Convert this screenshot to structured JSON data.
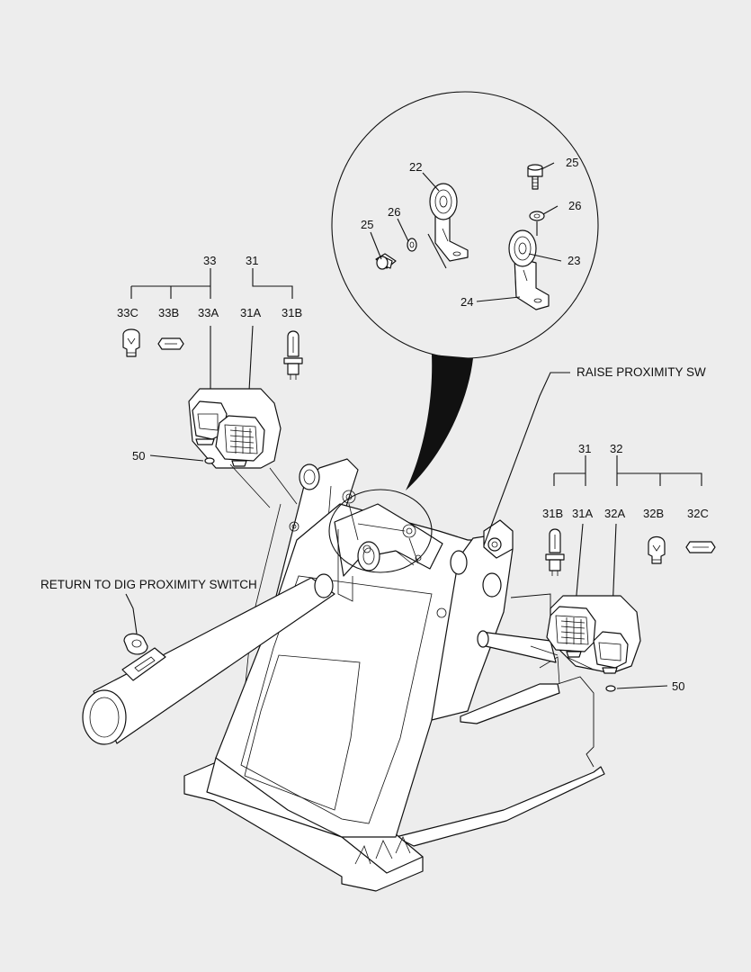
{
  "labels": {
    "raise_proximity": "RAISE PROXIMITY SW",
    "return_to_dig": "RETURN TO DIG PROXIMITY SWITCH",
    "inset": {
      "p22": "22",
      "p25a": "25",
      "p25b": "25",
      "p26a": "26",
      "p26b": "26",
      "p23": "23",
      "p24": "24"
    },
    "left_group": {
      "p33": "33",
      "p31": "31",
      "p33c": "33C",
      "p33b": "33B",
      "p33a": "33A",
      "p31a": "31A",
      "p31b": "31B",
      "p50": "50"
    },
    "right_group": {
      "p31": "31",
      "p32": "32",
      "p31b": "31B",
      "p31a": "31A",
      "p32a": "32A",
      "p32b": "32B",
      "p32c": "32C",
      "p50": "50"
    }
  },
  "icons": [
    "bulb-33c-icon",
    "festoon-bulb-33b-icon",
    "halogen-bulb-31b-icon",
    "work-lamp-33a-icon",
    "work-lamp-31a-icon",
    "washer-50-icon",
    "bracket-22-icon",
    "bracket-23-icon",
    "bracket-24-icon",
    "bolt-25-icon",
    "washer-26-icon",
    "proximity-switch-icon"
  ],
  "colors": {
    "background": "#ededed",
    "line": "#111111",
    "fill": "#ffffff"
  }
}
